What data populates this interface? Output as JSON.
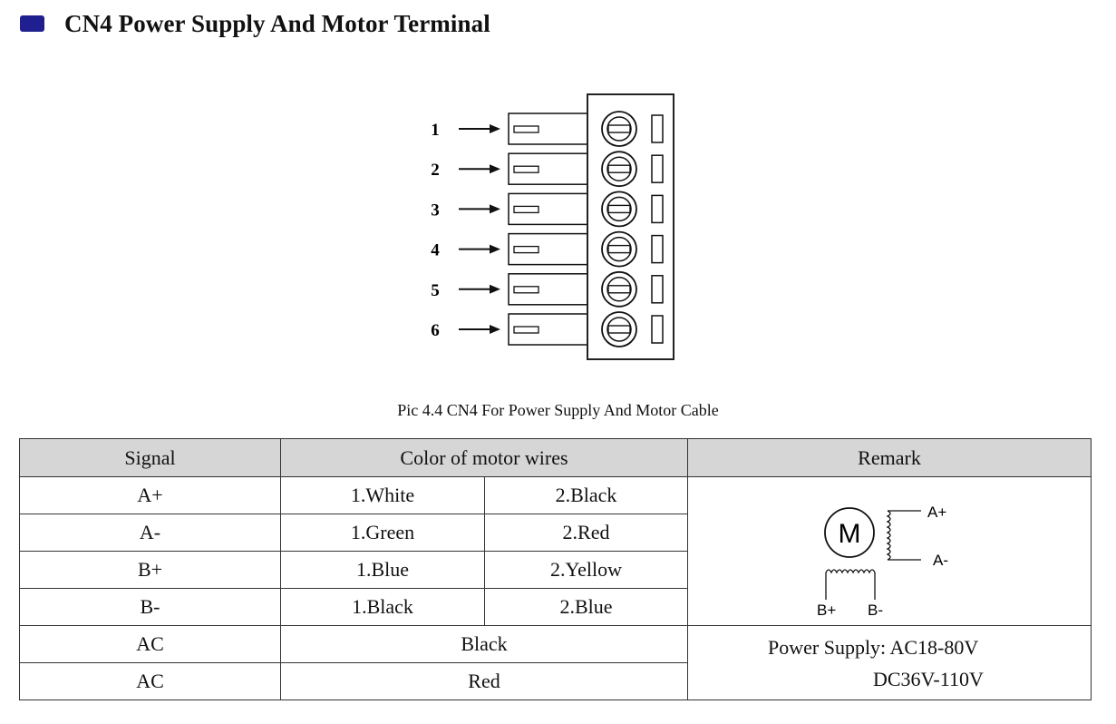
{
  "section": {
    "title": "CN4 Power Supply And Motor Terminal"
  },
  "connector": {
    "pins": [
      "1",
      "2",
      "3",
      "4",
      "5",
      "6"
    ]
  },
  "caption": "Pic 4.4 CN4 For Power Supply And Motor Cable",
  "table": {
    "headers": {
      "signal": "Signal",
      "color": "Color of motor wires",
      "remark": "Remark"
    },
    "rows": [
      {
        "signal": "A+",
        "wire1": "1.White",
        "wire2": "2.Black"
      },
      {
        "signal": "A-",
        "wire1": "1.Green",
        "wire2": "2.Red"
      },
      {
        "signal": "B+",
        "wire1": "1.Blue",
        "wire2": "2.Yellow"
      },
      {
        "signal": "B-",
        "wire1": "1.Black",
        "wire2": "2.Blue"
      },
      {
        "signal": "AC",
        "wire": "Black"
      },
      {
        "signal": "AC",
        "wire": "Red"
      }
    ],
    "motor_diagram": {
      "motor": "M",
      "a_plus": "A+",
      "a_minus": "A-",
      "b_plus": "B+",
      "b_minus": "B-"
    },
    "power": {
      "line1": "Power Supply:  AC18-80V",
      "line2": "DC36V-110V"
    }
  },
  "colors": {
    "bullet": "#1f1f8f",
    "header_bg": "#d6d6d6"
  }
}
